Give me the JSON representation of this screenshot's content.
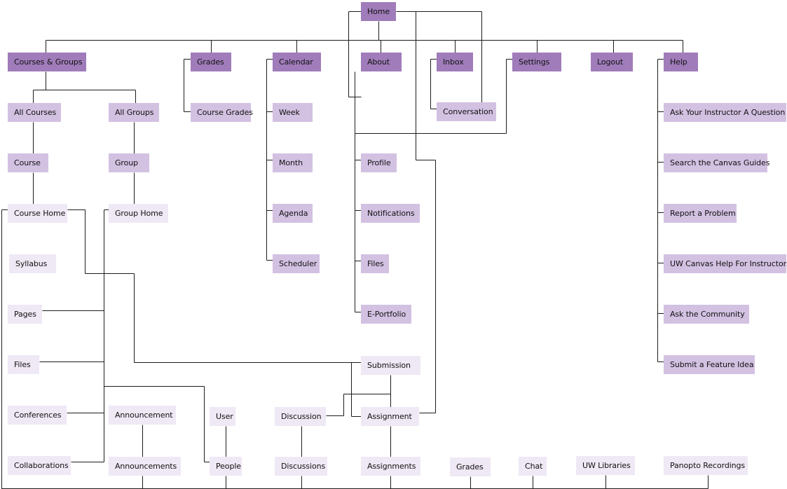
{
  "sitemap": {
    "home": "Home",
    "top": {
      "courses_groups": "Courses & Groups",
      "grades": "Grades",
      "calendar": "Calendar",
      "about": "About",
      "inbox": "Inbox",
      "settings": "Settings",
      "logout": "Logout",
      "help": "Help"
    },
    "courses": {
      "all_courses": "All Courses",
      "all_groups": "All Groups",
      "course": "Course",
      "group": "Group",
      "course_home": "Course Home",
      "group_home": "Group Home",
      "syllabus": "Syllabus",
      "pages": "Pages",
      "files": "Files",
      "conferences": "Conferences",
      "collaborations": "Collaborations",
      "announcement": "Announcement",
      "announcements": "Announcements",
      "user": "User",
      "people": "People",
      "discussion": "Discussion",
      "discussions": "Discussions",
      "submission": "Submission",
      "assignment": "Assignment",
      "assignments": "Assignments",
      "grades": "Grades",
      "chat": "Chat",
      "uw_libraries": "UW Libraries",
      "panopto": "Panopto Recordings"
    },
    "grades_sub": {
      "course_grades": "Course Grades"
    },
    "calendar_sub": {
      "week": "Week",
      "month": "Month",
      "agenda": "Agenda",
      "scheduler": "Scheduler"
    },
    "about_sub": {
      "profile": "Profile",
      "notifications": "Notifications",
      "files": "Files",
      "eportfolio": "E-Portfolio"
    },
    "inbox_sub": {
      "conversation": "Conversation"
    },
    "help_sub": {
      "ask_instructor": "Ask Your Instructor A Question",
      "search_guides": "Search the Canvas Guides",
      "report_problem": "Report a Problem",
      "uw_help": "UW Canvas Help For Instructors",
      "ask_community": "Ask the Community",
      "submit_idea": "Submit a Feature Idea"
    },
    "colors": {
      "level1": "#a07cba",
      "level2": "#d3c1e2",
      "level3": "#efe8f5",
      "connector": "#1c1c1c"
    }
  }
}
